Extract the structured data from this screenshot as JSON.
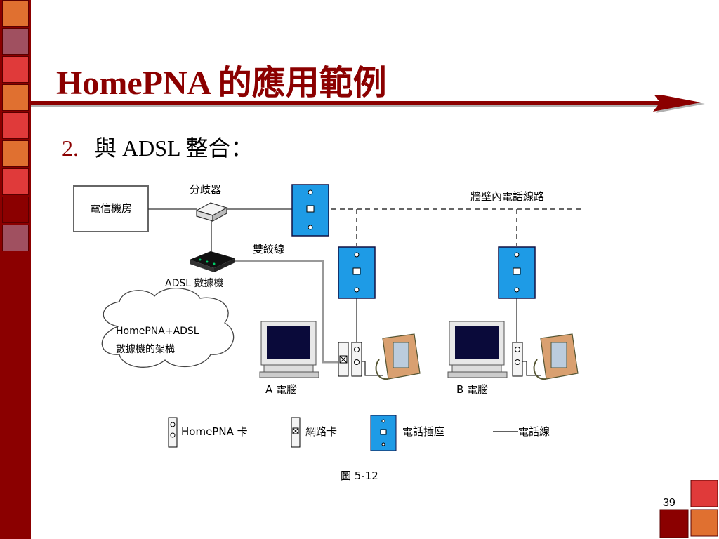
{
  "title": "HomePNA 的應用範例",
  "bullet": {
    "number": "2.",
    "text": "與 ADSL 整合："
  },
  "diagram": {
    "telecom_room": "電信機房",
    "splitter": "分歧器",
    "in_wall_line": "牆壁內電話線路",
    "twisted_pair": "雙絞線",
    "adsl_modem": "ADSL 數據機",
    "cloud_line1": "HomePNA+ADSL",
    "cloud_line2": "數據機的架構",
    "pc_a": "A 電腦",
    "pc_b": "B 電腦",
    "legend": {
      "homepna_card": "HomePNA 卡",
      "network_card": "網路卡",
      "phone_jack": "電話插座",
      "phone_line": "電話線"
    },
    "caption": "圖 5-12"
  },
  "page_number": "39",
  "colors": {
    "dark_red": "#8b0000",
    "jack_blue": "#1e9be6",
    "phone_beige": "#d9a070",
    "monitor_screen": "#0a0a3a"
  }
}
